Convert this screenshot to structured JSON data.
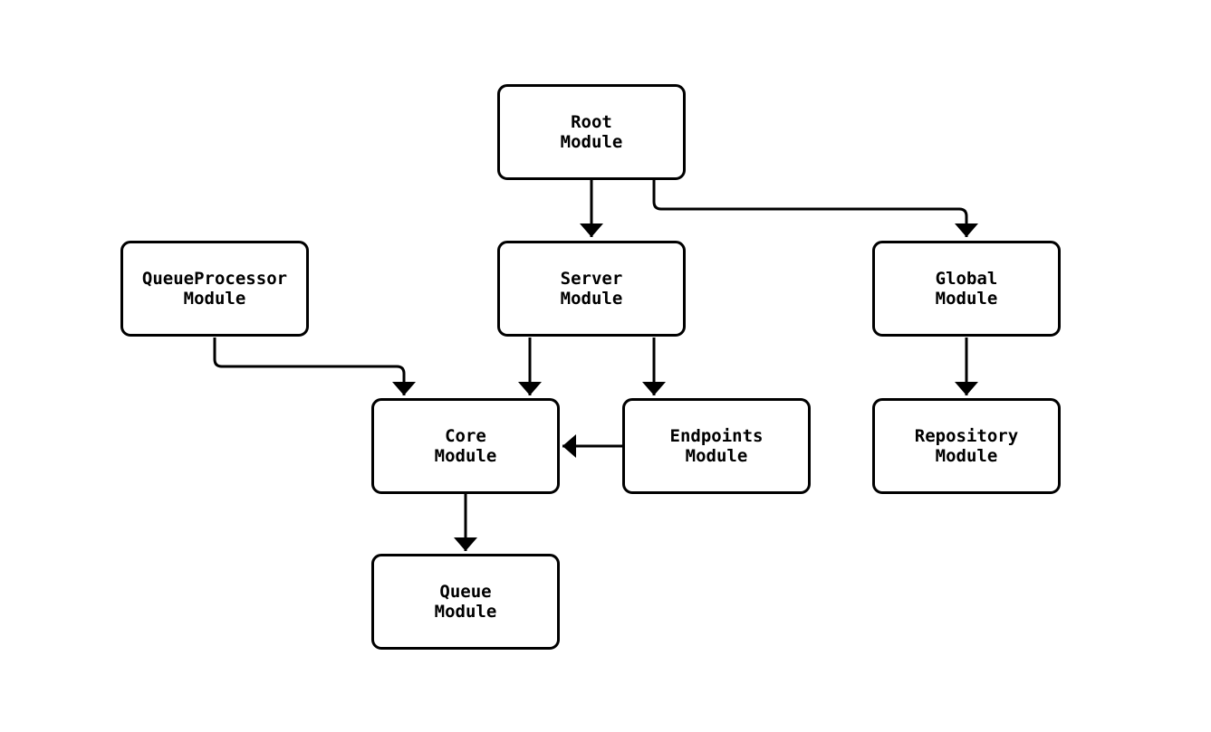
{
  "diagram": {
    "type": "module-dependency-graph",
    "nodes": {
      "root": {
        "label": "Root\nModule"
      },
      "queueProcessor": {
        "label": "QueueProcessor\nModule"
      },
      "server": {
        "label": "Server\nModule"
      },
      "global": {
        "label": "Global\nModule"
      },
      "core": {
        "label": "Core\nModule"
      },
      "endpoints": {
        "label": "Endpoints\nModule"
      },
      "repository": {
        "label": "Repository\nModule"
      },
      "queue": {
        "label": "Queue\nModule"
      }
    },
    "edges": [
      {
        "from": "Root Module",
        "to": "Server Module"
      },
      {
        "from": "Root Module",
        "to": "Global Module"
      },
      {
        "from": "QueueProcessor Module",
        "to": "Core Module"
      },
      {
        "from": "Server Module",
        "to": "Core Module"
      },
      {
        "from": "Server Module",
        "to": "Endpoints Module"
      },
      {
        "from": "Endpoints Module",
        "to": "Core Module"
      },
      {
        "from": "Core Module",
        "to": "Queue Module"
      },
      {
        "from": "Global Module",
        "to": "Repository Module"
      }
    ],
    "colors": {
      "stroke": "#000000",
      "text": "#000000",
      "node_fill": "#ffffff",
      "background": "#ffffff"
    }
  }
}
